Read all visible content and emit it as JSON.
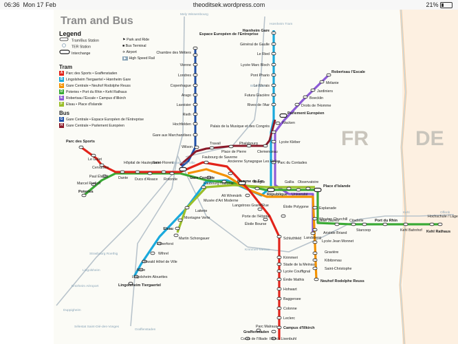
{
  "status_bar": {
    "time": "06:36",
    "date": "Mon 17 Feb",
    "url": "theoditsek.wordpress.com",
    "battery": "21%"
  },
  "map_title": "Tram and Bus",
  "legend": {
    "heading": "Legend",
    "symbols_left": [
      "Tram/Bus Station",
      "TER Station",
      "Interchange"
    ],
    "symbols_right": [
      "Park and Ride",
      "Bus Terminal",
      "Airport",
      "High Speed Rail"
    ],
    "tram_heading": "Tram",
    "tram_lines": [
      {
        "letter": "A",
        "color": "#e2231a",
        "text": "Parc des Sports • Graffenstaden"
      },
      {
        "letter": "B",
        "color": "#1aa9dc",
        "text": "Lingolsheim Tiergaertel • Hœnheim Gare"
      },
      {
        "letter": "C",
        "color": "#f39200",
        "text": "Gare Centrale • Neuhof Rodolphe Reuss"
      },
      {
        "letter": "D",
        "color": "#3aaa35",
        "text": "Poteries • Port du Rhin • Kehl Rathaus"
      },
      {
        "letter": "E",
        "color": "#8c5bd6",
        "text": "Robertsau l'Escale • Campus d'Illkirch"
      },
      {
        "letter": "F",
        "color": "#9bbf2a",
        "text": "Elsau • Place d'Islande"
      }
    ],
    "bus_heading": "Bus",
    "bus_lines": [
      {
        "letter": "G",
        "color": "#1f4fa8",
        "text": "Gare Centrale • Espace Européen de l'Entreprise"
      },
      {
        "letter": "H",
        "color": "#8b1a2a",
        "text": "Gare Centrale • Parlement Européen"
      }
    ]
  },
  "countries": {
    "france": "FR",
    "germany": "DE"
  },
  "colors": {
    "A": "#e2231a",
    "B": "#1aa9dc",
    "C": "#f39200",
    "D": "#3aaa35",
    "E": "#8c5bd6",
    "F": "#9bbf2a",
    "G": "#1f4fa8",
    "H": "#8b1a2a",
    "rail": "#b9c4cc",
    "border": "#f6c79a"
  },
  "stations": {
    "espace_europeen": "Espace Européen de l'Entreprise",
    "chambre_metiers": "Chambre des Métiers",
    "vienne": "Vienne",
    "londres": "Londres",
    "copenhague": "Copenhague",
    "arago": "Arago",
    "lavoisier": "Lavoisier",
    "rieth": "Rieth",
    "hochfelden": "Hochfelden",
    "gare_marchandises": "Gare aux Marchandises",
    "hoenheim_gare": "Hœnheim Gare",
    "general_gaulle": "Général de Gaulle",
    "le_ried": "Le Ried",
    "lycee_marc_bloch": "Lycée Marc Bloch",
    "pont_phario": "Pont Phario",
    "le_marais": "Le Marais",
    "futura_glaciere": "Futura Glacière",
    "rives_aar": "Rives de l'Aar",
    "robertsau_escale": "Robertsau l'Escale",
    "melanie": "Mélanie",
    "jardiniers": "Jardiniers",
    "boecklin": "Boecklin",
    "droits_homme": "Droits de l'Homme",
    "parlement_europeen": "Parlement Européen",
    "wacken": "Wacken",
    "palais_musique": "Palais de la Musique et des Congrès",
    "lycee_kleber": "Lycée Kléber",
    "parc_contades": "Parc du Contades",
    "wilson": "Wilson",
    "travail": "Travail",
    "place_pierre": "Place de Pierre",
    "phalsbourg": "Phalsbourg",
    "clemenceau": "Clemenceau",
    "faubourg_saverne": "Faubourg de Saverne",
    "ancienne_synagogue": "Ancienne Synagogue Les Halles",
    "homme_de_fer": "Homme de Fer",
    "broglie": "Broglie",
    "republique": "République",
    "gallia": "Gallia",
    "universite": "Université",
    "observatoire": "Observatoire",
    "place_islande": "Place d'Islande",
    "esplanade": "Esplanade",
    "winston_churchill": "Winston Churchill",
    "landsberg": "Landsberg",
    "parc_des_sports": "Parc des Sports",
    "le_galet": "Le Galet",
    "cervantes": "Cervantès",
    "paul_eluard": "Paul Éluard",
    "dante": "Dante",
    "hopital_hautepierre": "Hôpital de Hautepierre",
    "ducs_alsace": "Ducs d'Alsace",
    "saint_florent": "Saint-Florent",
    "rotonde": "Rotonde",
    "marcel_rudloff": "Marcel Rudloff",
    "poteries": "Poteries",
    "gare_centrale": "Gare Centrale",
    "faubourg_national": "Faubourg National",
    "alt_winmarik": "Alt Winmärik",
    "langstross": "Langstross Grand'Rue",
    "musee_art_moderne": "Musée d'Art Moderne",
    "laiterie": "Laiterie",
    "porte_hopital": "Porte de l'Hôpital",
    "etoile_bourse": "Étoile Bourse",
    "etoile_polygone": "Étoile Polygone",
    "schluthfeld": "Schluthfeld",
    "montagne_verte": "Montagne Verte",
    "elsau": "Elsau",
    "martin_schongauer": "Martin Schongauer",
    "elmerforst": "Elmerforst",
    "wihrel": "Wihrel",
    "ostwald": "Ostwald Hôtel de Ville",
    "borie": "Borie",
    "lingolsheim_alouettes": "Lingolsheim Alouettes",
    "lingolsheim_tiergaertel": "Lingolsheim Tiergaertel",
    "jean_jaures": "Jean Jaurès",
    "citadelle": "Citadelle",
    "starcoop": "Starcoop",
    "port_du_rhin": "Port du Rhin",
    "kehl_bahnhof": "Kehl Bahnhof",
    "hochschule": "Hochschule / Läger",
    "kehl_rathaus": "Kehl Rathaus",
    "aristide_briand": "Aristide Briand",
    "lycee_jean_monnet": "Lycée Jean Monnet",
    "graviere": "Gravière",
    "kibitzenau": "Kibitzenau",
    "saint_christophe": "Saint-Christophe",
    "neuhof": "Neuhof Rodolphe Reuss",
    "krimmeri": "Krimmeri",
    "stade_meinau": "Stade de la Meinau",
    "lycee_couffignal": "Lycée Couffignal",
    "emile_mathis": "Émile Mathis",
    "hohwart": "Hohwart",
    "baggersee": "Baggersee",
    "colonne": "Colonne",
    "leclerc": "Leclerc",
    "campus_illkirch": "Campus d'Illkirch",
    "graffenstaden": "Graffenstaden",
    "parc_malraux": "Parc Malraux",
    "cours_illiade": "Cours de l'Illiade",
    "illkirch_lixenbuhl": "Illkirch Lixenbuhl"
  },
  "rail_labels": {
    "mely": "Mely Wissembourg",
    "hoenheim_tram": "Hœnheim Tram",
    "bischheim": "Bischheim",
    "strasbourg_ville": "Strasbourg Ville",
    "krimmeri_meinau": "Krimmeri-Meinau",
    "strasbourg_roethig": "Strasbourg Roethig",
    "lingolsheim_rail": "Lingolsheim",
    "entzheim": "Entzheim Aéroport",
    "duppigheim": "Duppigheim",
    "selestat": "Sélestat Saint-Dié-des-Vosges",
    "graffenstaden_rail": "Graffenstaden",
    "offenburg": "Offenb",
    "kehl_rail": "Kehl"
  }
}
